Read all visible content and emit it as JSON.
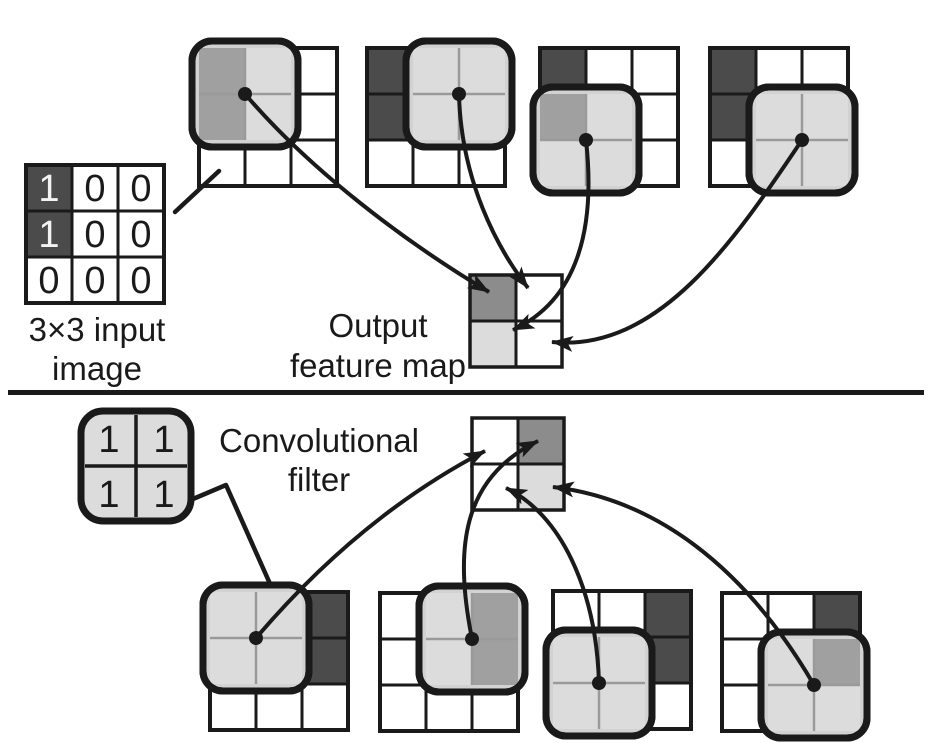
{
  "figure": {
    "description": "Convolution of a 3x3 input image with a 2x2 convolutional filter producing a 2x2 output feature map, shown for two different input images"
  },
  "colors": {
    "line": "#1a1a1a",
    "dark_cell": "#4b4b4b",
    "covered_one_cell": "#a0a0a0",
    "output_strong": "#8c8c8c",
    "output_weak": "#dcdcdc",
    "filter_fill": "#dcdcdc",
    "filter_bezel": "#d2d2d2",
    "filter_divider": "#9a9a9a",
    "white": "#ffffff"
  },
  "labels": {
    "input_line1": "3×3 input",
    "input_line2": "image",
    "output_line1": "Output",
    "output_line2": "feature map",
    "filter_line1": "Convolutional",
    "filter_line2": "filter"
  },
  "input_image": {
    "values": [
      [
        "1",
        "0",
        "0"
      ],
      [
        "1",
        "0",
        "0"
      ],
      [
        "0",
        "0",
        "0"
      ]
    ]
  },
  "conv_filter": {
    "values": [
      [
        "1",
        "1"
      ],
      [
        "1",
        "1"
      ]
    ]
  },
  "top_section": {
    "input_values": [
      [
        1,
        0,
        0
      ],
      [
        1,
        0,
        0
      ],
      [
        0,
        0,
        0
      ]
    ],
    "grids": [
      {
        "name": "top-grid-1",
        "filter_position": "top-left"
      },
      {
        "name": "top-grid-2",
        "filter_position": "top-right"
      },
      {
        "name": "top-grid-3",
        "filter_position": "bottom-left"
      },
      {
        "name": "top-grid-4",
        "filter_position": "bottom-right"
      }
    ],
    "output_cells": [
      [
        "strong",
        "white"
      ],
      [
        "weak",
        "white"
      ]
    ]
  },
  "bottom_section": {
    "input_values": [
      [
        0,
        0,
        1
      ],
      [
        0,
        0,
        1
      ],
      [
        0,
        0,
        0
      ]
    ],
    "grids": [
      {
        "name": "bottom-grid-1",
        "filter_position": "top-left"
      },
      {
        "name": "bottom-grid-2",
        "filter_position": "top-right"
      },
      {
        "name": "bottom-grid-3",
        "filter_position": "bottom-left"
      },
      {
        "name": "bottom-grid-4",
        "filter_position": "bottom-right"
      }
    ],
    "output_cells": [
      [
        "white",
        "strong"
      ],
      [
        "white",
        "weak"
      ]
    ]
  }
}
